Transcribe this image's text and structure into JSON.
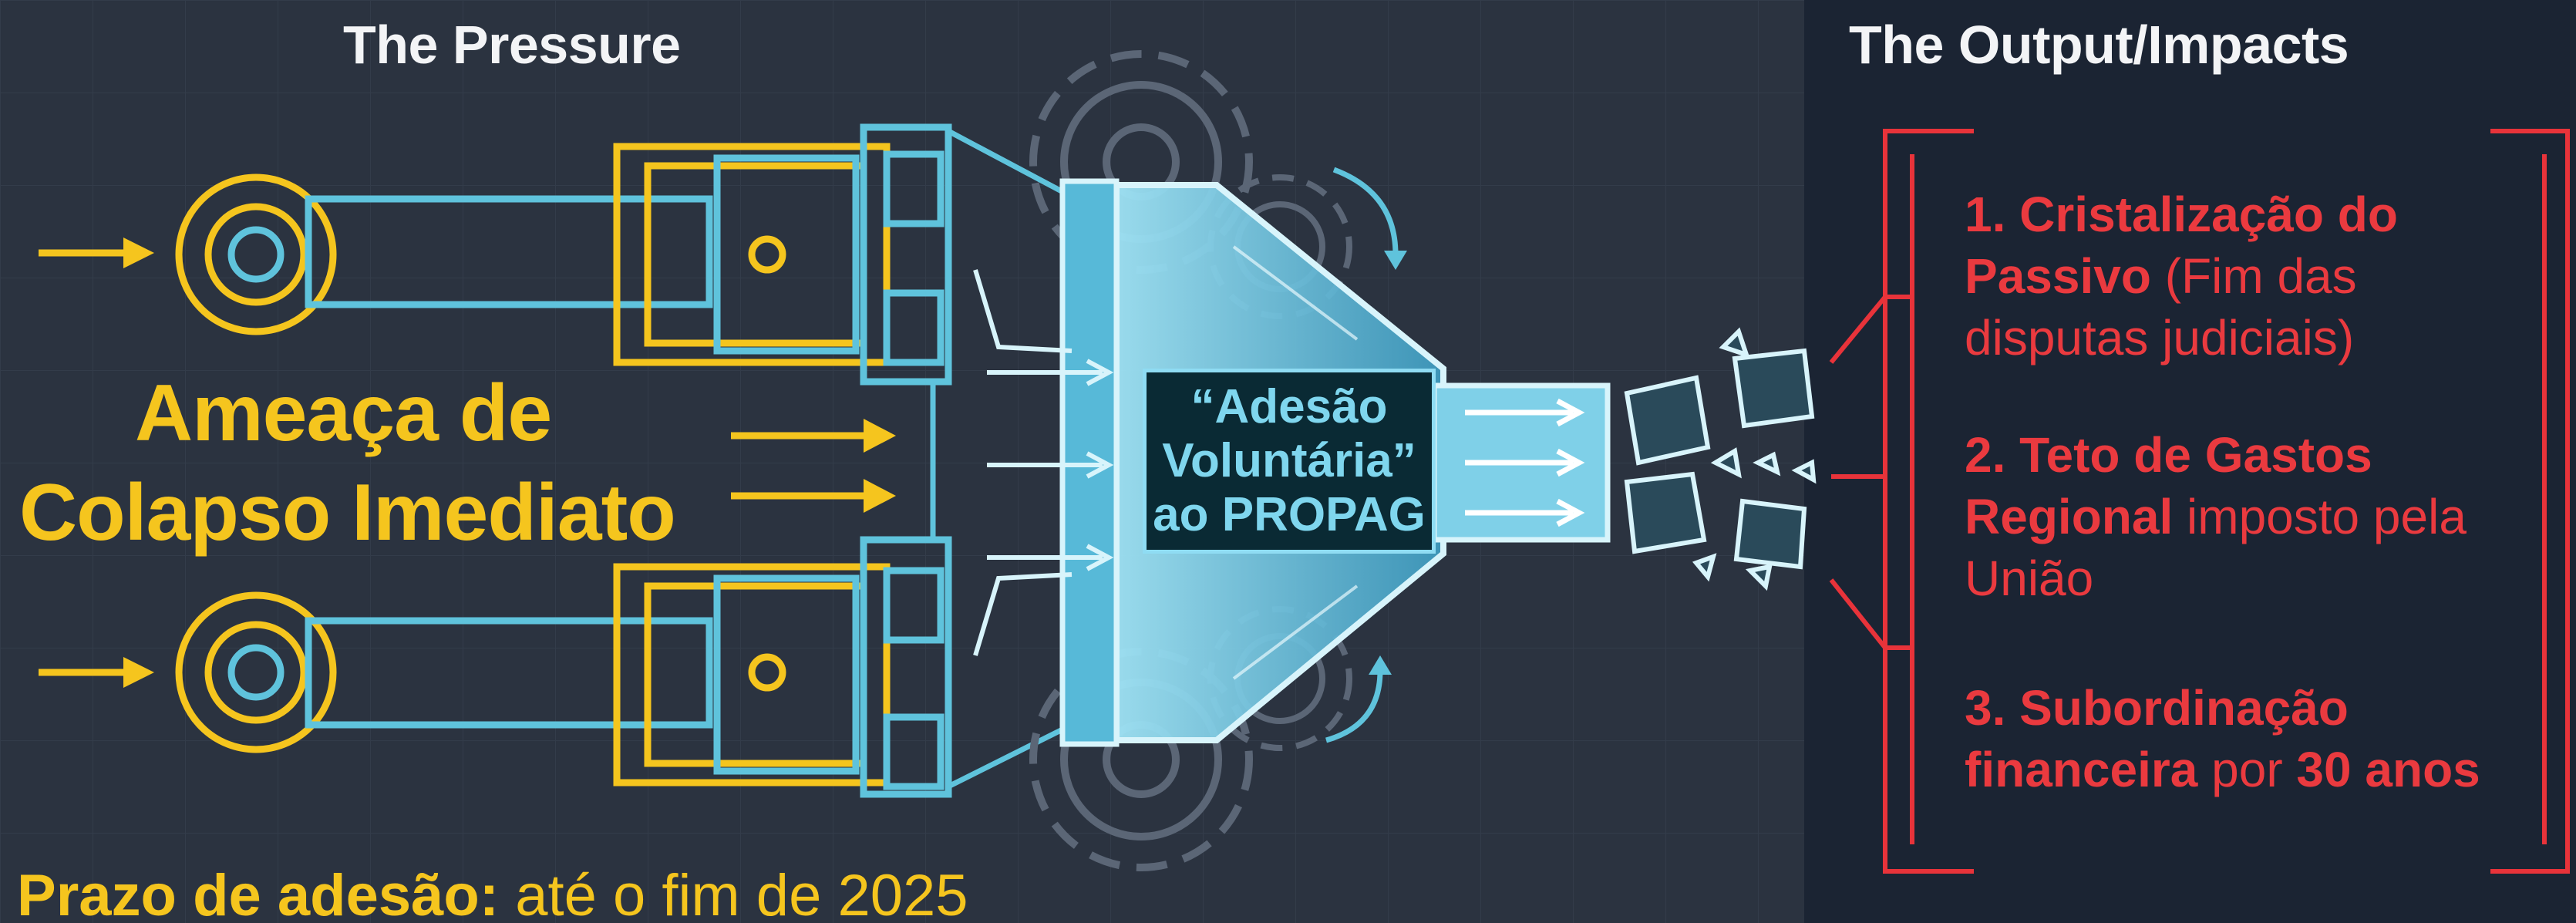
{
  "headings": {
    "pressure": "The Pressure",
    "output": "The Output/Impacts"
  },
  "pressure": {
    "threat_line1": "Ameaça de",
    "threat_line2": "Colapso Imediato",
    "deadline_label": "Prazo de adesão:",
    "deadline_value": "até o fim de 2025"
  },
  "center": {
    "line1": "“Adesão",
    "line2": "Voluntária”",
    "line3": "ao PROPAG"
  },
  "outputs": [
    {
      "number": "1.",
      "bold": "Cristalização do Passivo",
      "rest": "(Fim das disputas judiciais)"
    },
    {
      "number": "2.",
      "bold": "Teto de Gastos Regional",
      "rest": "imposto pela União"
    },
    {
      "number": "3.",
      "bold_a": "Subordinação financeira",
      "middle": "por",
      "bold_b": "30 anos"
    }
  ],
  "colors": {
    "background": "#2b3340",
    "output_panel": "#1b2433",
    "pressure_yellow": "#f5c51e",
    "machine_cyan": "#5fc3dc",
    "output_red": "#e8333a",
    "heading_white": "#f3f4f6"
  },
  "icons": [
    "piston-icon",
    "gear-icon",
    "funnel-icon",
    "arrow-right-icon",
    "shattered-block-icon",
    "bracket-icon"
  ]
}
